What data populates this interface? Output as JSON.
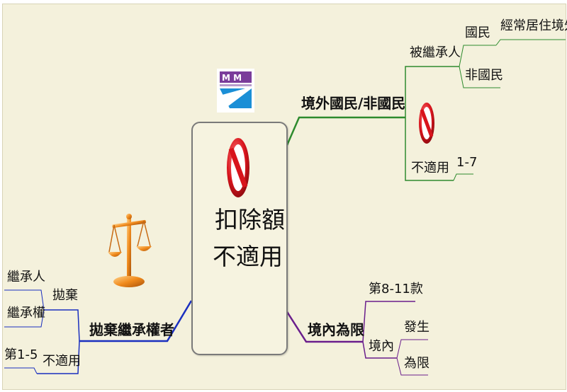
{
  "central": {
    "line1": "扣除額",
    "line2": "不適用"
  },
  "branches": {
    "foreign": {
      "label": "境外國民/非國民",
      "decedent": "被繼承人",
      "national": "國民",
      "national_detail": "經常居住境外",
      "non_national": "非國民",
      "not_applicable": "不適用",
      "range": "1-7"
    },
    "domestic": {
      "label": "境內為限",
      "clauses": "第8-11款",
      "within": "境內",
      "occur": "發生",
      "limited": "為限"
    },
    "renounce": {
      "label": "拋棄繼承權者",
      "heir": "繼承人",
      "inheritance_right": "繼承權",
      "renounce": "拋棄",
      "range": "第1-5",
      "not_applicable": "不適用"
    }
  },
  "icons": {
    "logo": "company-logo",
    "no_sign_central": "prohibition-icon",
    "no_sign_small": "prohibition-icon",
    "scales": "balance-scale-icon"
  },
  "colors": {
    "background": "#f4f1dc",
    "foreign_branch": "#2e8b2e",
    "domestic_branch": "#6a1e8c",
    "renounce_branch": "#1a2fbf",
    "prohibition_red": "#d8141c"
  }
}
